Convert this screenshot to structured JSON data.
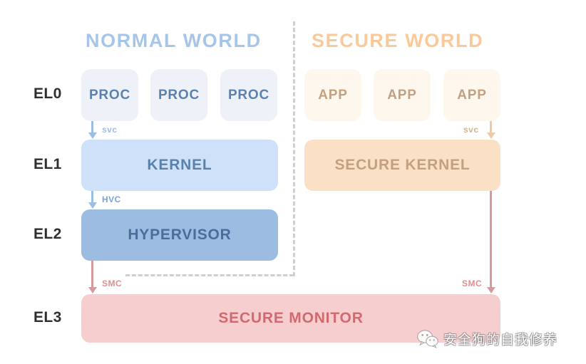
{
  "diagram": {
    "worlds": [
      {
        "id": "normal",
        "title": "NORMAL WORLD",
        "color": "#a7c5e9"
      },
      {
        "id": "secure",
        "title": "SECURE WORLD",
        "color": "#fac999"
      }
    ],
    "exception_levels": [
      {
        "label": "EL0"
      },
      {
        "label": "EL1"
      },
      {
        "label": "EL2"
      },
      {
        "label": "EL3"
      }
    ],
    "normal_world": {
      "el0": [
        {
          "label": "PROC"
        },
        {
          "label": "PROC"
        },
        {
          "label": "PROC"
        }
      ],
      "el1": {
        "label": "KERNEL",
        "color": "#cfe1f8",
        "text_color": "#5b82ad"
      },
      "el2": {
        "label": "HYPERVISOR",
        "color": "#9dbce2",
        "text_color": "#4a6d9c"
      }
    },
    "secure_world": {
      "el0": [
        {
          "label": "APP"
        },
        {
          "label": "APP"
        },
        {
          "label": "APP"
        }
      ],
      "el1": {
        "label": "SECURE KERNEL",
        "color": "#fae1c6",
        "text_color": "#c3a180"
      }
    },
    "el3": {
      "label": "SECURE MONITOR",
      "color": "#f7ced0",
      "text_color": "#d2696e"
    },
    "transitions": [
      {
        "id": "svc-normal",
        "label": "svc",
        "world": "normal",
        "from": "EL0",
        "to": "EL1",
        "color": "#9dbce2"
      },
      {
        "id": "hvc",
        "label": "HVC",
        "world": "normal",
        "from": "EL1",
        "to": "EL2",
        "color": "#7ba3d4"
      },
      {
        "id": "smc-normal",
        "label": "SMC",
        "world": "normal",
        "from": "EL2",
        "to": "EL3",
        "color": "#dd8f92"
      },
      {
        "id": "svc-secure",
        "label": "svc",
        "world": "secure",
        "from": "EL0",
        "to": "EL1",
        "color": "#d6b290"
      },
      {
        "id": "smc-secure",
        "label": "SMC",
        "world": "secure",
        "from": "EL1",
        "to": "EL3",
        "color": "#dd8f92"
      }
    ]
  },
  "watermark": {
    "text": "安全狗的自我修养",
    "icon": "wechat-icon"
  }
}
